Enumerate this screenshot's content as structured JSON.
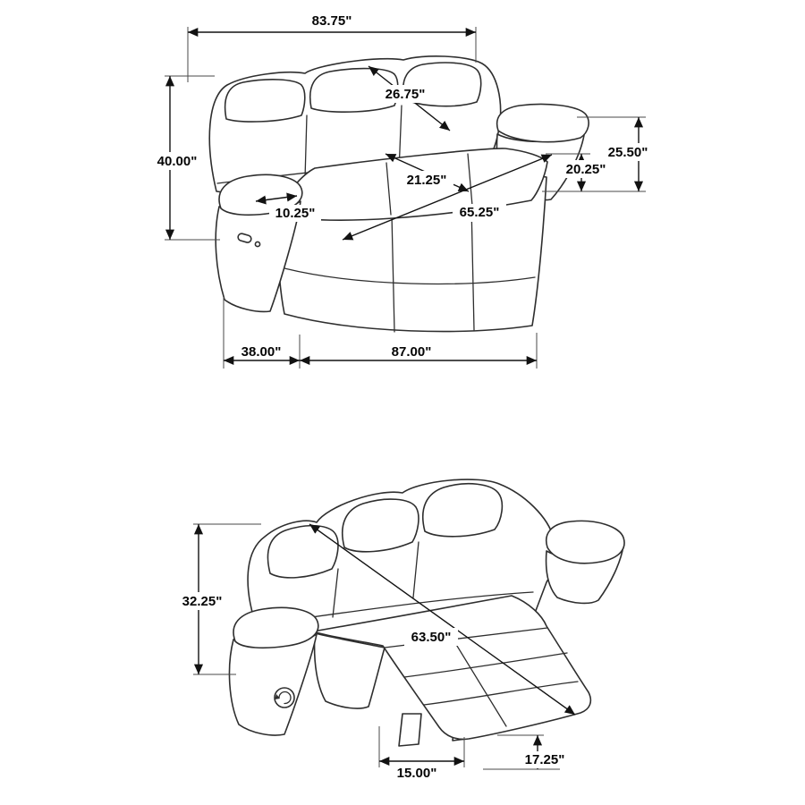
{
  "diagram": {
    "title": "reclining-sofa-dimension-diagram",
    "colors": {
      "background": "#ffffff",
      "line_art": "#2e2e2e",
      "dimension_lines": "#121212",
      "label_text": "#050505"
    },
    "views": {
      "top": "sofa-upright-three-quarter-view",
      "bottom": "sofa-reclined-footrest-extended-view"
    }
  },
  "dims": {
    "top": {
      "overall_width": "83.75\"",
      "back_diagonal": "26.75\"",
      "overall_height": "40.00\"",
      "arm_height": "25.50\"",
      "seat_height": "20.25\"",
      "seat_depth": "21.25\"",
      "arm_width": "10.25\"",
      "interior_width": "65.25\"",
      "side_depth": "38.00\"",
      "front_width": "87.00\""
    },
    "reclined": {
      "back_height": "32.25\"",
      "reclined_length": "63.50\"",
      "leg_clearance": "15.00\"",
      "footrest_height": "17.25\""
    }
  }
}
